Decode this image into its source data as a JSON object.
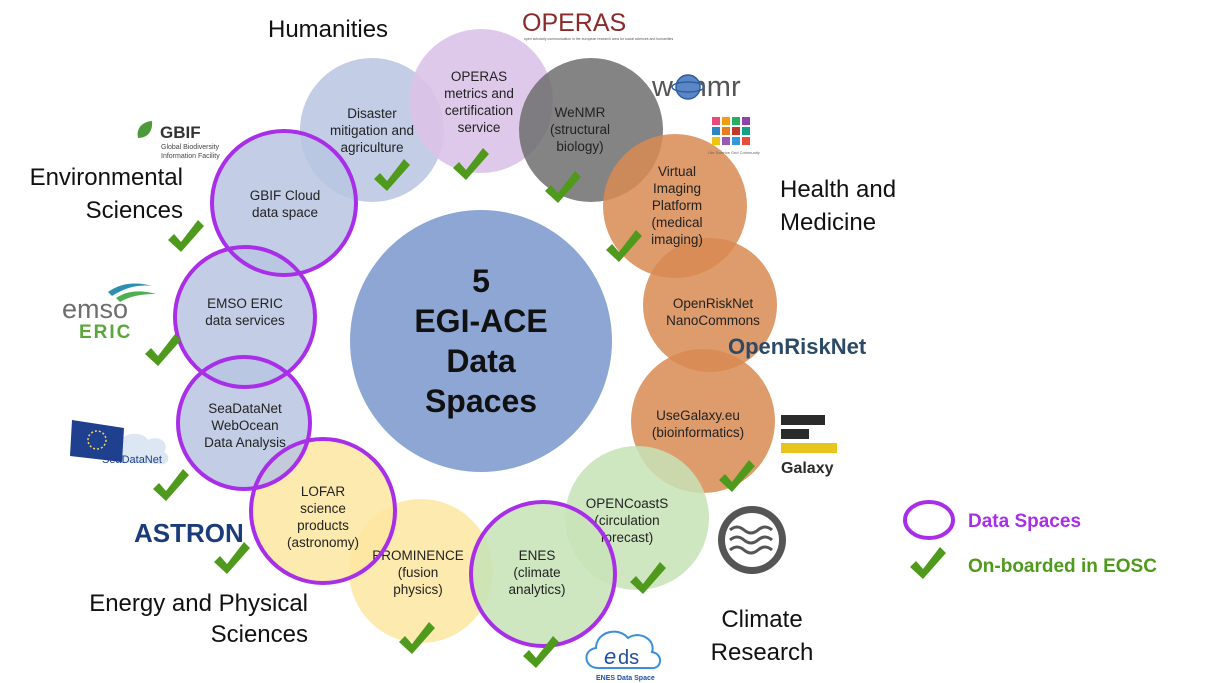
{
  "colors": {
    "data_space_ring": "#a82ee8",
    "checkmark": "#4f9a1c",
    "center": "#8ea6d4",
    "humanities": "#dbc3e8",
    "structural_biology": "#6f6f6f",
    "health": "#d88a52",
    "environment": "#b9c5e2",
    "climate": "#c7e3b6",
    "energy": "#fde6a0"
  },
  "center": {
    "lines": [
      "5",
      "EGI-ACE",
      "Data",
      "Spaces"
    ]
  },
  "services": [
    {
      "id": "disaster",
      "lines": [
        "Disaster",
        "mitigation and",
        "agriculture"
      ],
      "data_space": false,
      "onboarded": true
    },
    {
      "id": "operas",
      "lines": [
        "OPERAS",
        "metrics and",
        "certification",
        "service"
      ],
      "data_space": false,
      "onboarded": true
    },
    {
      "id": "wenmr",
      "lines": [
        "WeNMR",
        "(structural",
        "biology)"
      ],
      "data_space": false,
      "onboarded": true
    },
    {
      "id": "vip",
      "lines": [
        "Virtual",
        "Imaging",
        "Platform",
        "(medical",
        "imaging)"
      ],
      "data_space": false,
      "onboarded": true
    },
    {
      "id": "openrisknet",
      "lines": [
        "OpenRiskNet",
        "NanoCommons"
      ],
      "data_space": false,
      "onboarded": false
    },
    {
      "id": "usegalaxy",
      "lines": [
        "UseGalaxy.eu",
        "(bioinformatics)"
      ],
      "data_space": false,
      "onboarded": true
    },
    {
      "id": "opencoasts",
      "lines": [
        "OPENCoastS",
        "(circulation",
        "forecast)"
      ],
      "data_space": false,
      "onboarded": true
    },
    {
      "id": "enes",
      "lines": [
        "ENES",
        "(climate",
        "analytics)"
      ],
      "data_space": true,
      "onboarded": true
    },
    {
      "id": "prominence",
      "lines": [
        "PROMINENCE",
        "(fusion",
        "physics)"
      ],
      "data_space": false,
      "onboarded": true
    },
    {
      "id": "lofar",
      "lines": [
        "LOFAR",
        "science",
        "products",
        "(astronomy)"
      ],
      "data_space": true,
      "onboarded": true
    },
    {
      "id": "seadatanet",
      "lines": [
        "SeaDataNet",
        "WebOcean",
        "Data Analysis"
      ],
      "data_space": true,
      "onboarded": true
    },
    {
      "id": "emso",
      "lines": [
        "EMSO ERIC",
        "data services"
      ],
      "data_space": true,
      "onboarded": true
    },
    {
      "id": "gbif",
      "lines": [
        "GBIF Cloud",
        "data space"
      ],
      "data_space": true,
      "onboarded": true
    }
  ],
  "domains": [
    {
      "id": "humanities",
      "lines": [
        "Humanities"
      ]
    },
    {
      "id": "health",
      "lines": [
        "Health and",
        "Medicine"
      ]
    },
    {
      "id": "environmental",
      "lines": [
        "Environmental",
        "Sciences"
      ]
    },
    {
      "id": "energy",
      "lines": [
        "Energy and Physical",
        "Sciences"
      ]
    },
    {
      "id": "climate",
      "lines": [
        "Climate",
        "Research"
      ]
    }
  ],
  "logos": {
    "operas": {
      "text": "OPERAS",
      "tagline": "open scholarly communication in the european research area for social sciences and humanities"
    },
    "wenmr": {
      "text": "w  -nmr"
    },
    "life_science_grid": {
      "text": "Life Science Grid Community"
    },
    "gbif": {
      "text": "GBIF",
      "tagline_lines": [
        "Global Biodiversity",
        "Information Facility"
      ]
    },
    "emso": {
      "top": "emso",
      "bottom": "ERIC"
    },
    "seadatanet": {
      "text": "SeaDataNet"
    },
    "astron": {
      "text": "ASTRON"
    },
    "openrisknet": {
      "text": "OpenRiskNet"
    },
    "galaxy": {
      "text": "Galaxy"
    },
    "eds": {
      "text": "ds",
      "tagline": "ENES Data Space"
    }
  },
  "legend": {
    "data_spaces": "Data Spaces",
    "onboarded": "On-boarded in EOSC"
  }
}
